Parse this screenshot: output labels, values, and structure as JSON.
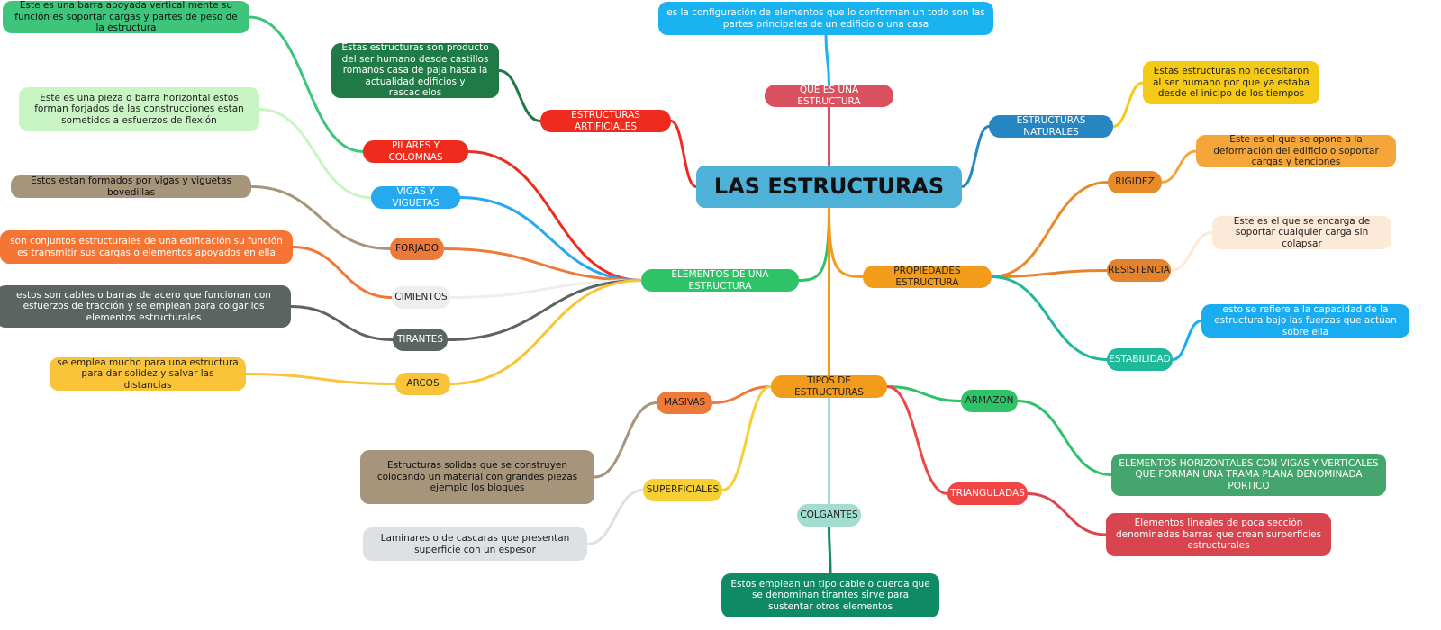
{
  "root": {
    "text": "LAS ESTRUCTURAS",
    "color": "#4eb2d8"
  },
  "nodes": {
    "que_es": {
      "text": "QUE ES UNA ESTRUCTURA",
      "color": "#d9505f",
      "text_color": "#ffffff"
    },
    "que_es_def": {
      "text": "es la configuración de elementos que lo conforman un todo son las partes principales de un edificio o una casa",
      "color": "#19b3f0",
      "text_color": "#ffffff"
    },
    "artificiales": {
      "text": "ESTRUCTURAS ARTIFICIALES",
      "color": "#ef2b1d",
      "text_color": "#ffffff"
    },
    "artificiales_def": {
      "text": "Estas estructuras son producto del ser humano desde castillos romanos casa de paja hasta la actualidad edificios y rascacielos",
      "color": "#1f7a45",
      "text_color": "#ffffff"
    },
    "naturales": {
      "text": "ESTRUCTURAS NATURALES",
      "color": "#2586c2",
      "text_color": "#ffffff"
    },
    "naturales_def": {
      "text": "Estas estructuras no necesitaron al ser humano por que ya estaba desde el inicipo de los tiempos",
      "color": "#f5c918",
      "text_color": "#222222"
    },
    "elementos": {
      "text": "ELEMENTOS DE UNA ESTRUCTURA",
      "color": "#2ec366",
      "text_color": "#ffffff"
    },
    "pilares": {
      "text": "PILARES Y COLOMNAS",
      "color": "#ef2b1d",
      "text_color": "#ffffff"
    },
    "pilares_def": {
      "text": "Este es una barra apoyada vertical mente su función es soportar cargas y partes de peso de la estructura",
      "color": "#3ec57b",
      "text_color": "#111111"
    },
    "vigas": {
      "text": "VIGAS Y VIGUETAS",
      "color": "#27a9ef",
      "text_color": "#ffffff"
    },
    "vigas_def": {
      "text": "Este es una pieza o barra horizontal estos forman forjados de las construcciones estan sometidos a esfuerzos de flexión",
      "color": "#c9f5c4",
      "text_color": "#222222"
    },
    "forjado": {
      "text": "FORJADO",
      "color": "#ee7a3a",
      "text_color": "#111111"
    },
    "forjado_def": {
      "text": "Estos estan formados por vigas y viguetas bovedillas",
      "color": "#a6957a",
      "text_color": "#111111"
    },
    "cimientos": {
      "text": "CIMIENTOS",
      "color": "#eeeeee",
      "text_color": "#222222"
    },
    "cimientos_def": {
      "text": "son conjuntos estructurales de una edificación su función es transmitir sus cargas o elementos apoyados en ella",
      "color": "#f47534",
      "text_color": "#ffffff"
    },
    "tirantes": {
      "text": "TIRANTES",
      "color": "#5c6462",
      "text_color": "#ffffff"
    },
    "tirantes_def": {
      "text": "estos son cables o barras de acero que funcionan con esfuerzos de tracción y se emplean para colgar los elementos estructurales",
      "color": "#5c6462",
      "text_color": "#ffffff"
    },
    "arcos": {
      "text": "ARCOS",
      "color": "#f9c43a",
      "text_color": "#222222"
    },
    "arcos_def": {
      "text": "se emplea mucho para una estructura para dar solidez y salvar las distancias",
      "color": "#f9c43a",
      "text_color": "#222222"
    },
    "propiedades": {
      "text": "PROPIEDADES ESTRUCTURA",
      "color": "#f39b1b",
      "text_color": "#222222"
    },
    "rigidez": {
      "text": "RIGIDEZ",
      "color": "#e98a2b",
      "text_color": "#222222"
    },
    "rigidez_def": {
      "text": "Este es el que se opone a la deformación del edificio o soportar cargas y tenciones",
      "color": "#f5a63a",
      "text_color": "#222222"
    },
    "resistencia": {
      "text": "RESISTENCIA",
      "color": "#e4832e",
      "text_color": "#222222"
    },
    "resistencia_def": {
      "text": "Este es el que se encarga de soportar cualquier carga sin colapsar",
      "color": "#fde9d8",
      "text_color": "#222222"
    },
    "estabilidad": {
      "text": "ESTABILIDAD",
      "color": "#1fb89a",
      "text_color": "#ffffff"
    },
    "estabilidad_def": {
      "text": "esto se refiere a la capacidad de la estructura bajo las fuerzas que actúan sobre ella",
      "color": "#1aacf0",
      "text_color": "#ffffff"
    },
    "tipos": {
      "text": "TIPOS DE ESTRUCTURAS",
      "color": "#f39b1b",
      "text_color": "#222222"
    },
    "masivas": {
      "text": "MASIVAS",
      "color": "#ee7a3a",
      "text_color": "#222222"
    },
    "masivas_def": {
      "text": "Estructuras solidas que se construyen colocando un material con grandes piezas ejemplo los bloques",
      "color": "#a6957a",
      "text_color": "#111111"
    },
    "superficiales": {
      "text": "SUPERFICIALES",
      "color": "#f6cf35",
      "text_color": "#222222"
    },
    "superficiales_def": {
      "text": "Laminares o de cascaras que presentan superficie con un espesor",
      "color": "#dde1e3",
      "text_color": "#222222"
    },
    "colgantes": {
      "text": "COLGANTES",
      "color": "#a2ddd0",
      "text_color": "#222222"
    },
    "colgantes_def": {
      "text": "Estos emplean un tipo cable o cuerda que se denominan tirantes sirve para sustentar otros elementos",
      "color": "#0e8a64",
      "text_color": "#ffffff"
    },
    "armazon": {
      "text": "ARMAZON",
      "color": "#2ec366",
      "text_color": "#222222"
    },
    "armazon_def": {
      "text": "ELEMENTOS HORIZONTALES CON VIGAS Y VERTICALES QUE FORMAN UNA TRAMA PLANA DENOMINADA PORTICO",
      "color": "#44a66d",
      "text_color": "#ffffff"
    },
    "trianguladas": {
      "text": "TRIANGULADAS",
      "color": "#ef4545",
      "text_color": "#ffffff"
    },
    "trianguladas_def": {
      "text": "Elementos lineales de poca sección denominadas barras que crean surperficies estructurales",
      "color": "#d8454f",
      "text_color": "#ffffff"
    }
  }
}
